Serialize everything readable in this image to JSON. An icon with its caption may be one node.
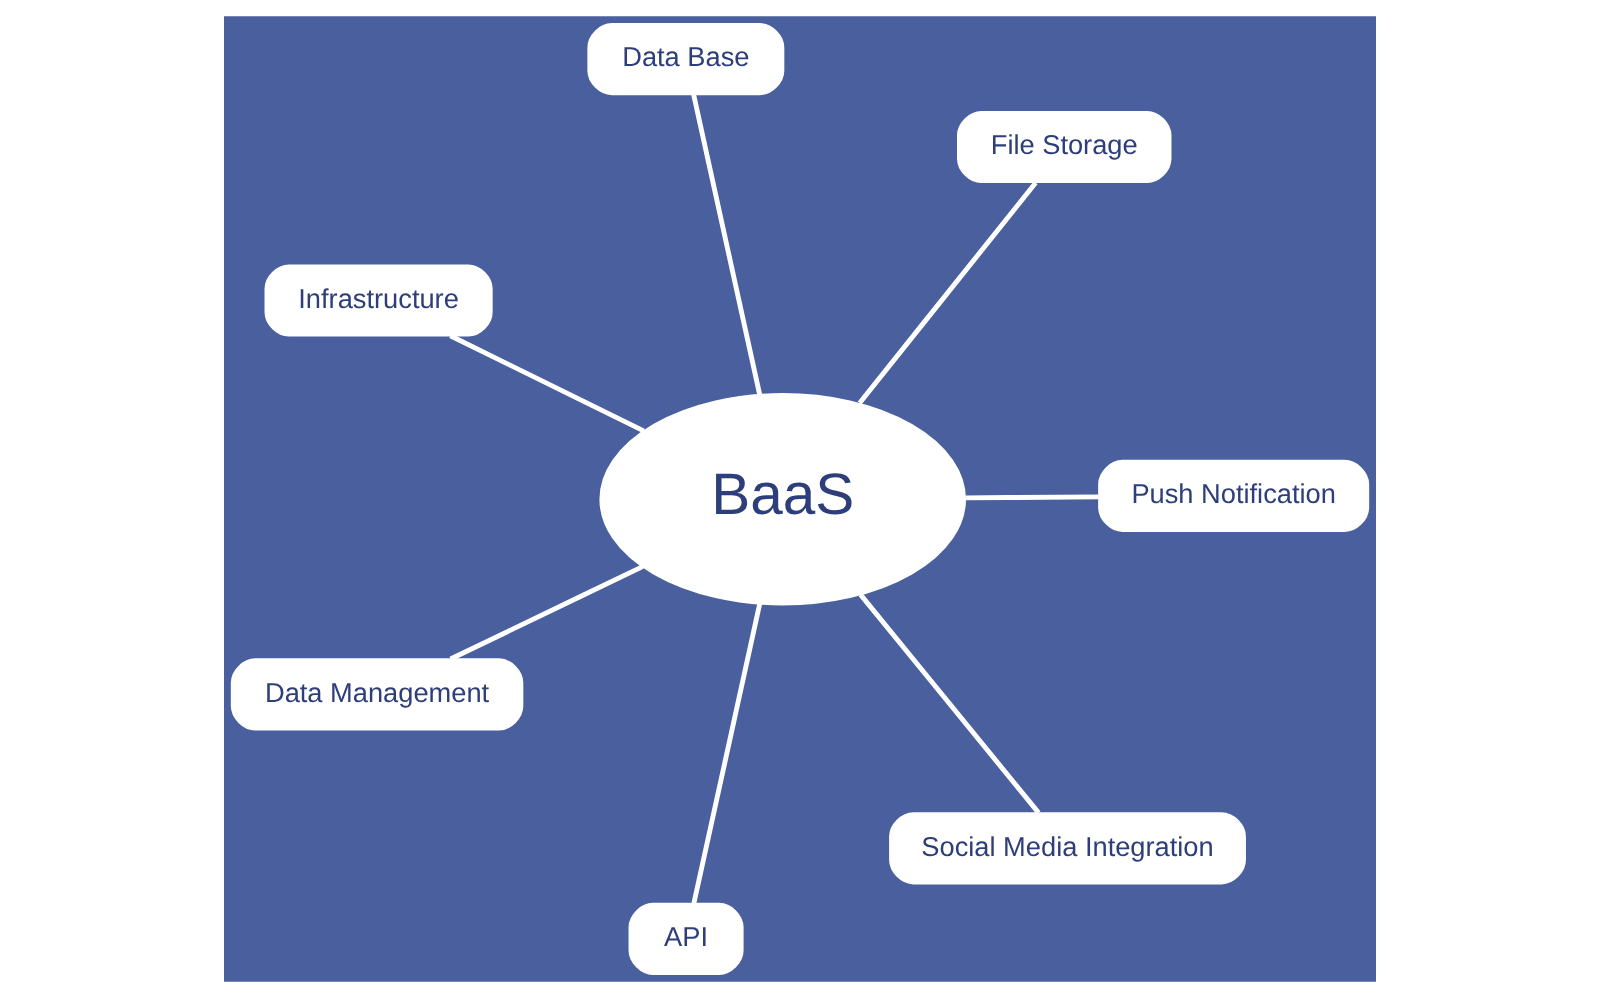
{
  "diagram": {
    "nodes": [
      {
        "text": [
          "BaaS"
        ]
      },
      {
        "text": [
          "Push Notification"
        ]
      },
      {
        "text": [
          "API"
        ]
      },
      {
        "text": [
          "Infrastructure"
        ]
      },
      {
        "text": [
          "File Storage"
        ]
      },
      {
        "text": [
          "Data Base"
        ]
      },
      {
        "text": [
          "Data Management"
        ]
      },
      {
        "text": [
          "Social Media Integration"
        ]
      }
    ],
    "edges": [
      {
        "from": 0,
        "to": 1,
        "arrow": "none"
      },
      {
        "from": 0,
        "to": 2,
        "arrow": "none"
      },
      {
        "from": 0,
        "to": 3,
        "arrow": "none"
      },
      {
        "from": 0,
        "to": 4,
        "arrow": "none"
      },
      {
        "from": 0,
        "to": 5,
        "arrow": "none"
      },
      {
        "from": 0,
        "to": 6,
        "arrow": "none"
      },
      {
        "from": 0,
        "to": 7,
        "arrow": "none"
      }
    ]
  }
}
